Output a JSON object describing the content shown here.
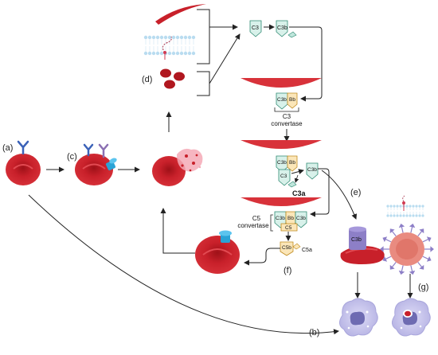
{
  "panel_labels": {
    "a": "(a)",
    "b": "(b)",
    "c": "(c)",
    "d": "(d)",
    "e": "(e)",
    "f": "(f)",
    "g": "(g)"
  },
  "molecules": {
    "c3": "C3",
    "c3b": "C3b",
    "bb": "Bb",
    "c3a": "C3a",
    "c5": "C5",
    "c5b": "C5b",
    "c5a": "C5a"
  },
  "labels": {
    "c3_convertase_line1": "C3",
    "c3_convertase_line2": "convertase",
    "c5_convertase_line1": "C5",
    "c5_convertase_line2": "convertase"
  },
  "colors": {
    "rbc": "#c8202a",
    "rbc_dark": "#9e1118",
    "antibody": "#3b62b8",
    "c3_fill": "#d8f1ea",
    "c3_stroke": "#2f8a73",
    "bb_fill": "#fbe6b8",
    "bb_stroke": "#c08a1e",
    "macrophage": "#c9c8ee",
    "membrane": "#b9dcf0",
    "arrow": "#222222"
  }
}
